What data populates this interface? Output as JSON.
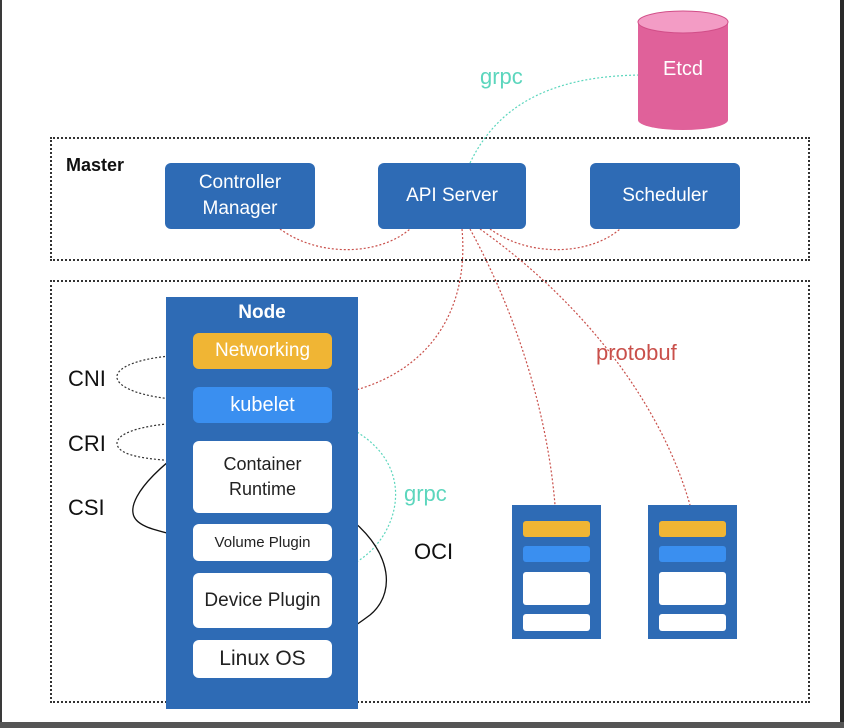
{
  "master": {
    "label": "Master",
    "controller_manager": "Controller\nManager",
    "api_server": "API Server",
    "scheduler": "Scheduler"
  },
  "etcd": {
    "label": "Etcd"
  },
  "node": {
    "title": "Node",
    "components": {
      "networking": "Networking",
      "kubelet": "kubelet",
      "container_runtime": "Container\nRuntime",
      "volume_plugin": "Volume Plugin",
      "device_plugin": "Device Plugin",
      "linux_os": "Linux OS"
    }
  },
  "interfaces": {
    "cni": "CNI",
    "cri": "CRI",
    "csi": "CSI",
    "oci": "OCI"
  },
  "protocols": {
    "grpc_top": "grpc",
    "grpc_mid": "grpc",
    "protobuf": "protobuf"
  },
  "colors": {
    "blue": "#2e6bb5",
    "light_blue": "#3a8ff0",
    "yellow": "#f0b534",
    "etcd_pink": "#e0619a",
    "grpc": "#5cd6bd",
    "protobuf": "#c9504b"
  }
}
